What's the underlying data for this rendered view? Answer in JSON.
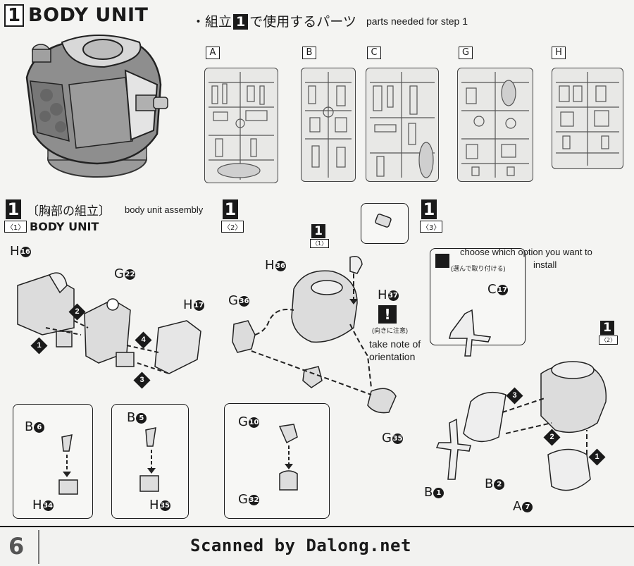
{
  "header": {
    "step_number": "1",
    "title": "BODY UNIT"
  },
  "parts_panel": {
    "heading_jp": "・組立",
    "heading_step": "1",
    "heading_jp_tail": "で使用するパーツ",
    "heading_en": "parts needed for step 1",
    "runners": [
      "A",
      "B",
      "C",
      "G",
      "H"
    ]
  },
  "step1": {
    "number": "1",
    "sub": "〈1〉",
    "title_jp": "〔胸部の組立〕",
    "title_en_note": "body unit assembly",
    "title_en": "BODY UNIT",
    "parts": {
      "h16": {
        "letter": "H",
        "num": "16"
      },
      "g22": {
        "letter": "G",
        "num": "22"
      },
      "h17": {
        "letter": "H",
        "num": "17"
      },
      "b6": {
        "letter": "B",
        "num": "6"
      },
      "h34": {
        "letter": "H",
        "num": "34"
      },
      "b5": {
        "letter": "B",
        "num": "5"
      },
      "h35": {
        "letter": "H",
        "num": "35"
      }
    },
    "arrows": [
      "1",
      "2",
      "3",
      "4"
    ]
  },
  "step2": {
    "number": "1",
    "sub": "〈2〉",
    "ref_number": "1",
    "ref_sub": "〈1〉",
    "parts": {
      "h36": {
        "letter": "H",
        "num": "36"
      },
      "g36": {
        "letter": "G",
        "num": "36"
      },
      "h37": {
        "letter": "H",
        "num": "37"
      },
      "g35": {
        "letter": "G",
        "num": "35"
      },
      "g10": {
        "letter": "G",
        "num": "10"
      },
      "g32": {
        "letter": "G",
        "num": "32"
      }
    },
    "caution_jp": "(向きに注意)",
    "caution_en_line1": "take note of",
    "caution_en_line2": "orientation"
  },
  "step3": {
    "number": "1",
    "sub": "〈3〉",
    "option_jp": "(選んで取り付ける)",
    "option_en_line1": "choose which option you want to",
    "option_en_line2": "install",
    "ref_number": "1",
    "ref_sub": "〈2〉",
    "parts": {
      "c17": {
        "letter": "C",
        "num": "17"
      },
      "b1": {
        "letter": "B",
        "num": "1"
      },
      "b2": {
        "letter": "B",
        "num": "2"
      },
      "a7": {
        "letter": "A",
        "num": "7"
      }
    },
    "arrows": [
      "1",
      "2",
      "3"
    ]
  },
  "footer": {
    "page_number": "6",
    "credit": "Scanned by Dalong.net"
  }
}
